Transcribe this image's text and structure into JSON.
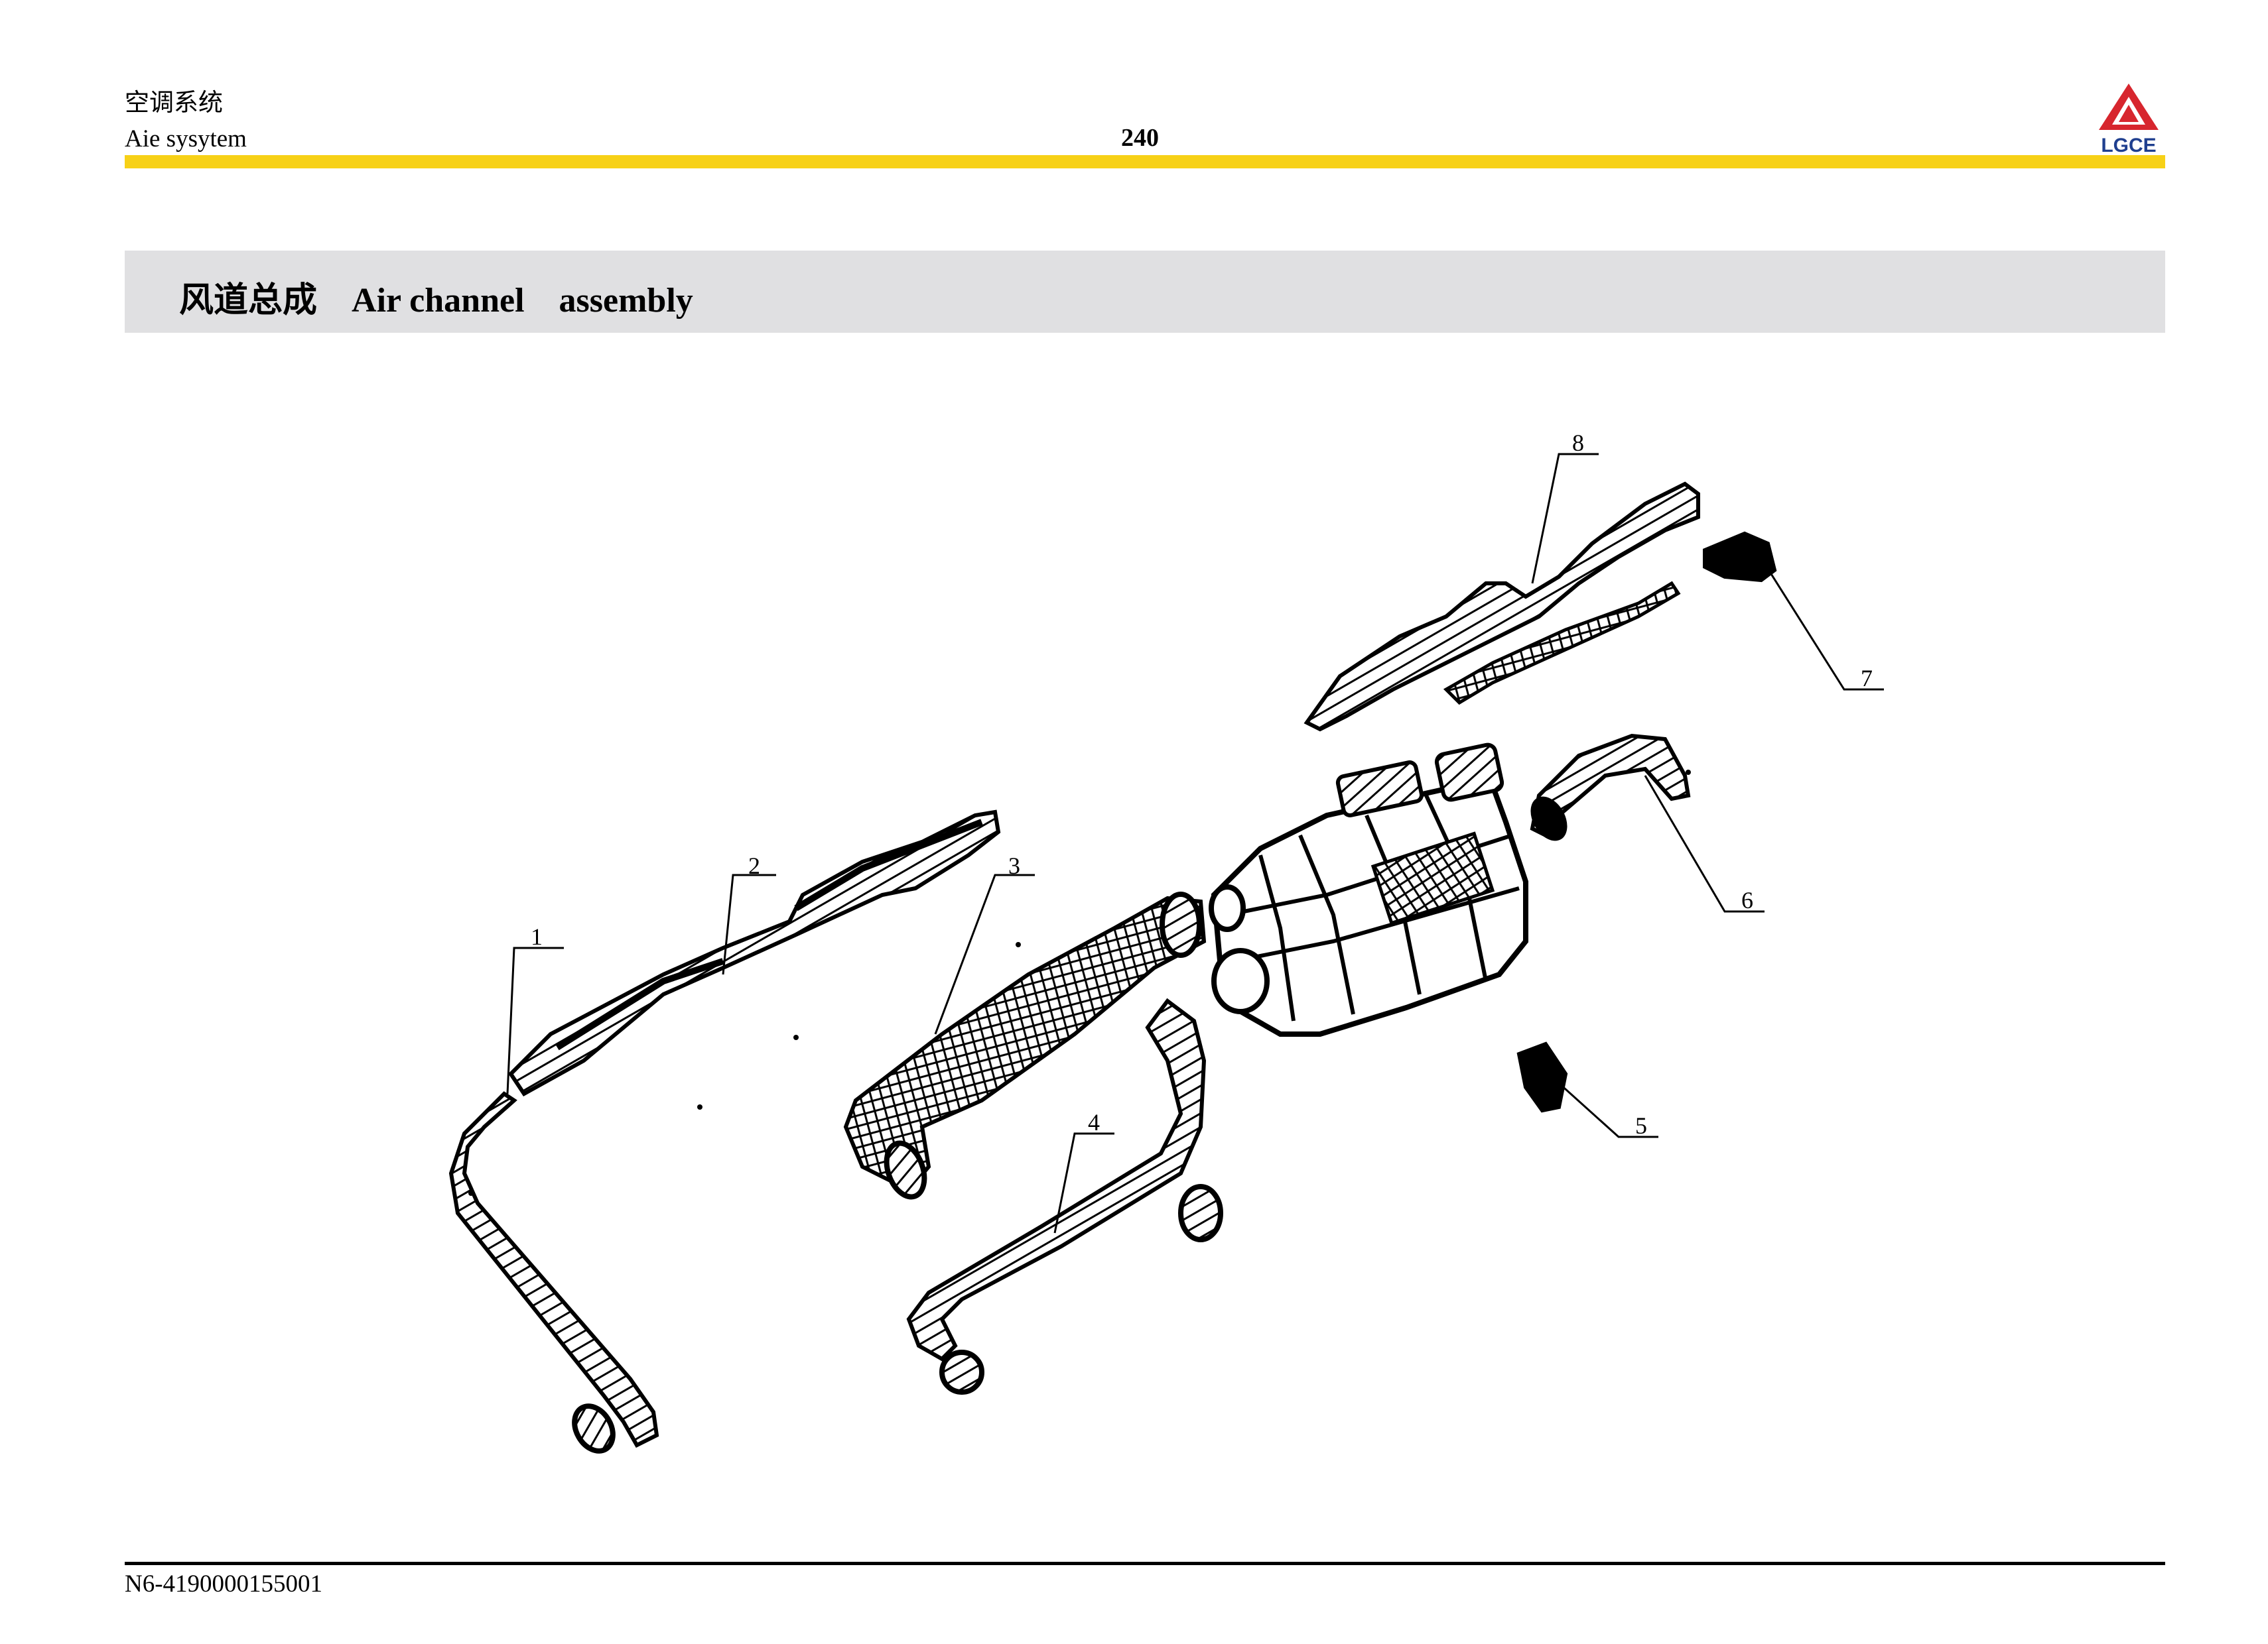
{
  "header": {
    "section_cn": "空调系统",
    "section_en": "Aie sysytem",
    "page_number": "240",
    "logo_text": "LGCE"
  },
  "title": {
    "cn": "风道总成",
    "en": "Air channel    assembly"
  },
  "callouts": [
    "1",
    "2",
    "3",
    "4",
    "5",
    "6",
    "7",
    "8"
  ],
  "footer": {
    "doc_code": "N6-4190000155001"
  },
  "colors": {
    "accent_yellow": "#f7d117",
    "title_band": "#e0e0e2",
    "logo_red": "#d7262e",
    "logo_blue": "#1f3f8f"
  }
}
